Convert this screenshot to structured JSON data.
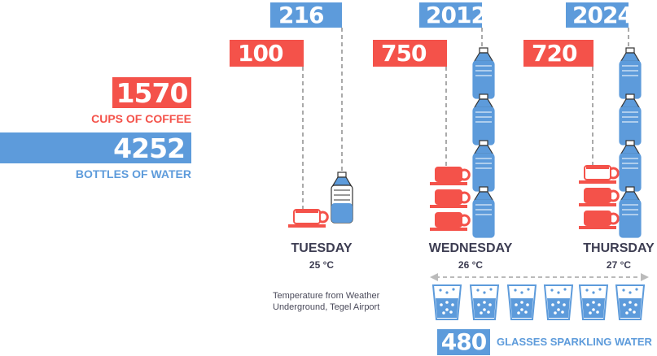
{
  "totals": {
    "coffee": {
      "value": "1570",
      "label": "CUPS OF COFFEE"
    },
    "water": {
      "value": "4252",
      "label": "BOTTLES OF WATER"
    }
  },
  "chart_data": {
    "type": "pictogram",
    "categories": [
      "TUESDAY",
      "WEDNESDAY",
      "THURSDAY"
    ],
    "temperatures": [
      "25 °C",
      "26 °C",
      "27 °C"
    ],
    "series": [
      {
        "name": "CUPS OF COFFEE",
        "color": "#f4524a",
        "values": [
          100,
          750,
          720
        ],
        "labels": [
          "100",
          "750",
          "720"
        ],
        "icon_counts": [
          1,
          3,
          3
        ]
      },
      {
        "name": "BOTTLES OF WATER",
        "color": "#5d9bdb",
        "values": [
          216,
          2012,
          2024
        ],
        "labels": [
          "216",
          "2012",
          "2024"
        ],
        "icon_counts": [
          1,
          4,
          4
        ]
      }
    ],
    "note": [
      "Temperature from Weather",
      "Underground, Tegel Airport"
    ],
    "sparkling": {
      "value": "480",
      "label": "GLASSES SPARKLING WATER",
      "icon_count": 6
    }
  }
}
